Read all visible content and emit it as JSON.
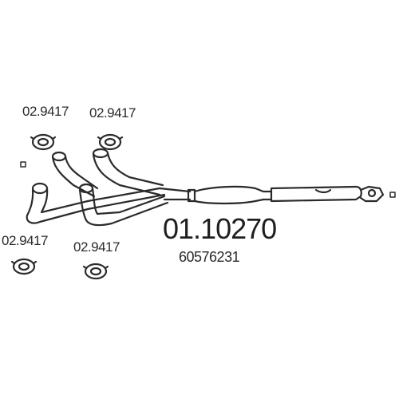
{
  "diagram": {
    "part_number": "01.10270",
    "oem_number": "60576231",
    "gasket_labels": [
      "02.9417",
      "02.9417",
      "02.9417",
      "02.9417"
    ]
  }
}
